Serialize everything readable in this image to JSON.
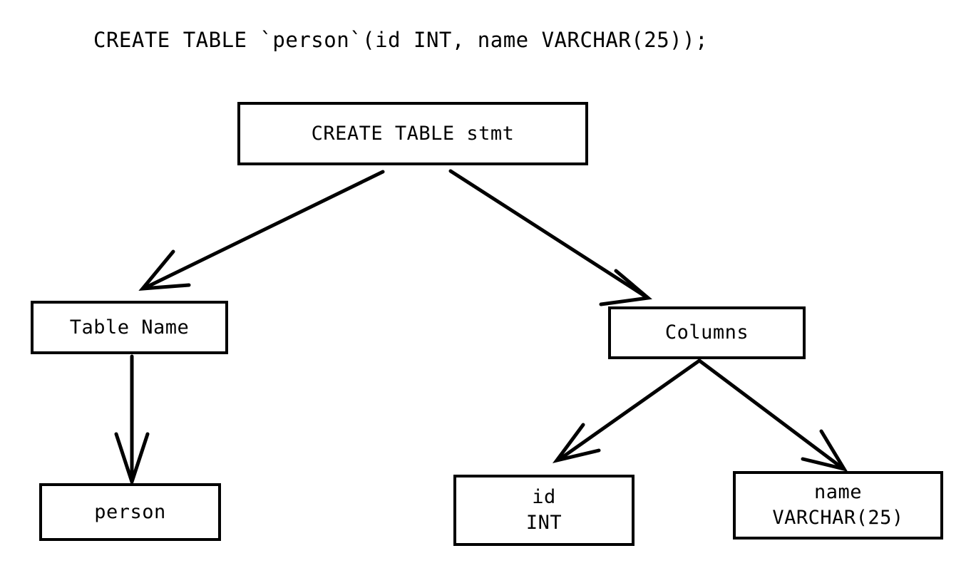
{
  "diagram": {
    "title_statement": "CREATE TABLE `person`(id INT, name VARCHAR(25));",
    "type": "parse-tree",
    "nodes": {
      "root": {
        "label": "CREATE TABLE stmt"
      },
      "table_name": {
        "label": "Table Name"
      },
      "columns": {
        "label": "Columns"
      },
      "person": {
        "label": "person"
      },
      "column_id": {
        "line1": "id",
        "line2": "INT"
      },
      "column_name": {
        "line1": "name",
        "line2": "VARCHAR(25)"
      }
    },
    "edges": [
      {
        "id": "root-to-table-name",
        "from": "root",
        "to": "table_name"
      },
      {
        "id": "root-to-columns",
        "from": "root",
        "to": "columns"
      },
      {
        "id": "table-name-to-person",
        "from": "table_name",
        "to": "person"
      },
      {
        "id": "columns-to-column-id",
        "from": "columns",
        "to": "column_id"
      },
      {
        "id": "columns-to-column-name",
        "from": "columns",
        "to": "column_name"
      }
    ],
    "colors": {
      "background": "#ffffff",
      "stroke": "#000000",
      "text": "#000000"
    }
  }
}
